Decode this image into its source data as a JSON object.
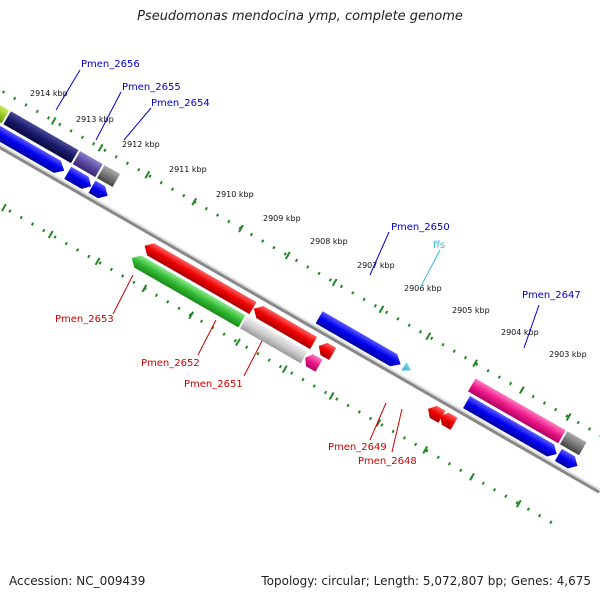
{
  "title": "Pseudomonas mendocina ymp, complete genome",
  "footer": {
    "accession": "Accession: NC_009439",
    "topology": "Topology: circular; Length: 5,072,807 bp; Genes: 4,675"
  },
  "colors": {
    "forward_label": "#0000cc",
    "reverse_label": "#cc0000",
    "rna_label": "#33bbdd",
    "tick": "#228822",
    "backbone": "#888888"
  },
  "kbp_labels": [
    "2914 kbp",
    "2913 kbp",
    "2912 kbp",
    "2911 kbp",
    "2910 kbp",
    "2909 kbp",
    "2908 kbp",
    "2907 kbp",
    "2906 kbp",
    "2905 kbp",
    "2904 kbp",
    "2903 kbp"
  ],
  "gene_labels": [
    {
      "text": "Pmen_2656",
      "strand": "forward"
    },
    {
      "text": "Pmen_2655",
      "strand": "forward"
    },
    {
      "text": "Pmen_2654",
      "strand": "forward"
    },
    {
      "text": "Pmen_2650",
      "strand": "forward"
    },
    {
      "text": "ffs",
      "strand": "rna"
    },
    {
      "text": "Pmen_2647",
      "strand": "forward"
    },
    {
      "text": "Pmen_2653",
      "strand": "reverse"
    },
    {
      "text": "Pmen_2652",
      "strand": "reverse"
    },
    {
      "text": "Pmen_2651",
      "strand": "reverse"
    },
    {
      "text": "Pmen_2649",
      "strand": "reverse"
    },
    {
      "text": "Pmen_2648",
      "strand": "reverse"
    }
  ]
}
